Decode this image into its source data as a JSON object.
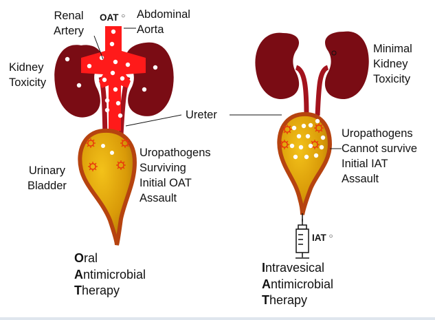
{
  "labels": {
    "renal_artery": [
      "Renal",
      "Artery"
    ],
    "oat_tag": "OAT",
    "abdominal_aorta": [
      "Abdominal",
      "Aorta"
    ],
    "kidney_toxicity": [
      "Kidney",
      "Toxicity"
    ],
    "ureter": "Ureter",
    "urinary_bladder": [
      "Urinary",
      "Bladder"
    ],
    "uropathogens_surviving": [
      "Uropathogens",
      "Surviving",
      "Initial OAT",
      "Assault"
    ],
    "minimal_kidney_toxicity": [
      "Minimal",
      "Kidney",
      "Toxicity"
    ],
    "uropathogens_cannot_survive": [
      "Uropathogens",
      "Cannot survive",
      "Initial IAT",
      "Assault"
    ],
    "iat_tag": "IAT"
  },
  "therapies": {
    "oral": [
      {
        "initial": "O",
        "rest": "ral"
      },
      {
        "initial": "A",
        "rest": "ntimicrobial"
      },
      {
        "initial": "T",
        "rest": "herapy"
      }
    ],
    "intravesical": [
      {
        "initial": "I",
        "rest": "ntravesical"
      },
      {
        "initial": "A",
        "rest": "ntimicrobial"
      },
      {
        "initial": "T",
        "rest": "herapy"
      }
    ]
  },
  "colors": {
    "kidney": "#7a0c14",
    "vessel": "#ff1a1a",
    "ureter": "#a3131d",
    "bladder_rim": "#b6430f",
    "bladder_fill": "#d89a08",
    "pathogen": "#e8380c"
  }
}
